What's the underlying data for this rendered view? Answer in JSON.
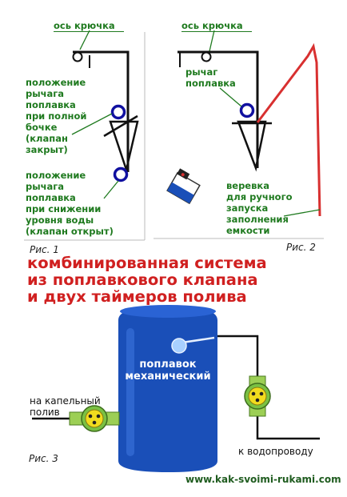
{
  "fig1": {
    "hook_axis": "ось крючка",
    "lever_full_lines": [
      "положение",
      "рычага",
      "поплавка",
      "при полной",
      "бочке",
      "(клапан",
      "закрыт)"
    ],
    "lever_low_lines": [
      "положение",
      "рычага",
      "поплавка",
      "при снижении",
      "уровня воды",
      "(клапан открыт)"
    ],
    "caption": "Рис. 1"
  },
  "fig2": {
    "hook_axis": "ось крючка",
    "lever_lines": [
      "рычаг",
      "поплавка"
    ],
    "rope_lines": [
      "веревка",
      "для ручного",
      "запуска",
      "заполнения",
      "емкости"
    ],
    "caption": "Рис. 2"
  },
  "title_lines": [
    "комбинированная система",
    "из поплавкового клапана",
    "и двух таймеров полива"
  ],
  "fig3": {
    "float_lines": [
      "поплавок",
      "механический"
    ],
    "drip_lines": [
      "на капельный",
      "полив"
    ],
    "supply": "к водопроводу",
    "caption": "Рис. 3"
  },
  "website": "www.kak-svoimi-rukami.com",
  "colors": {
    "label_green": "#1f7a1f",
    "title_red": "#d02020",
    "ring_blue": "#1010a0",
    "tank_blue": "#1a4fb8",
    "timer_green": "#7ac143",
    "timer_yellow": "#f2dc1e",
    "rope_red": "#d83030"
  }
}
